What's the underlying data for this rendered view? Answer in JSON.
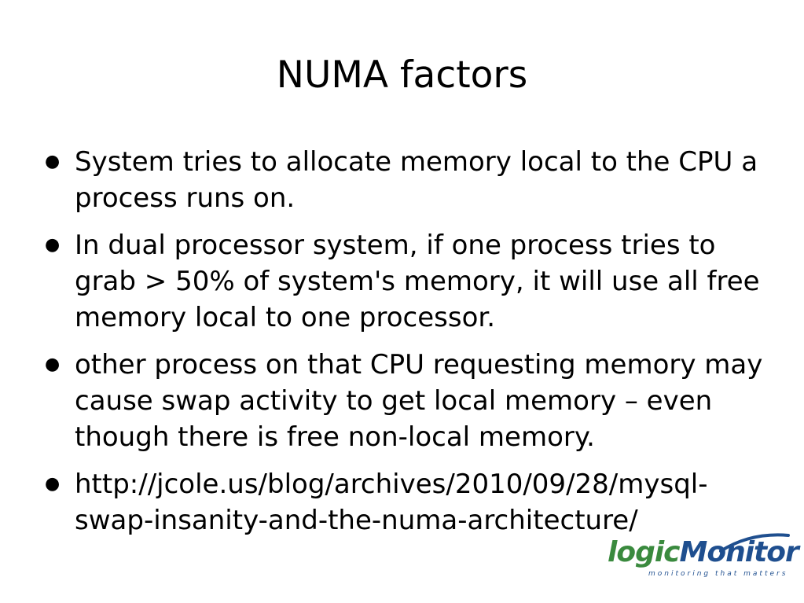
{
  "slide": {
    "title": "NUMA factors",
    "bullets": [
      {
        "text": "System tries to allocate memory local to the CPU a process runs on."
      },
      {
        "text": "In dual processor system, if one process tries to grab > 50% of system's memory, it will use all free memory local to one processor."
      },
      {
        "text": "other process on that CPU requesting memory may cause swap activity to get local memory – even though there is free non-local memory."
      },
      {
        "text": "http://jcole.us/blog/archives/2010/09/28/mysql-swap-insanity-and-the-numa-architecture/"
      }
    ],
    "bullet_glyph": "●"
  },
  "logo": {
    "part1": "logic",
    "part2": "Monitor",
    "tagline": "monitoring that matters",
    "colors": {
      "green": "#3a8a3e",
      "blue": "#1f4f8f"
    }
  }
}
